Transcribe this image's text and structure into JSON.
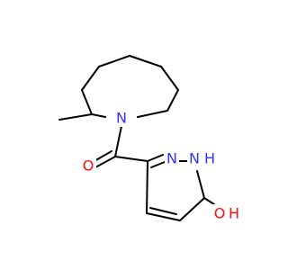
{
  "colors": {
    "bond": "#000000",
    "nitrogen": "#3333ff",
    "oxygen": "#ff0d0d",
    "background": "#ffffff"
  },
  "atoms": {
    "n_ring": {
      "text": "N",
      "element": "nitrogen"
    },
    "o_carbonyl": {
      "text": "O",
      "element": "oxygen"
    },
    "n_pyridazine": {
      "text": "N",
      "element": "nitrogen"
    },
    "nh_pyridazine": {
      "text": "N",
      "element": "nitrogen"
    },
    "h_pyridazine": {
      "text": "H",
      "element": "nitrogen"
    },
    "o_hydroxy": {
      "text": "O",
      "element": "oxygen"
    },
    "h_hydroxy": {
      "text": "H",
      "element": "oxygen"
    }
  }
}
